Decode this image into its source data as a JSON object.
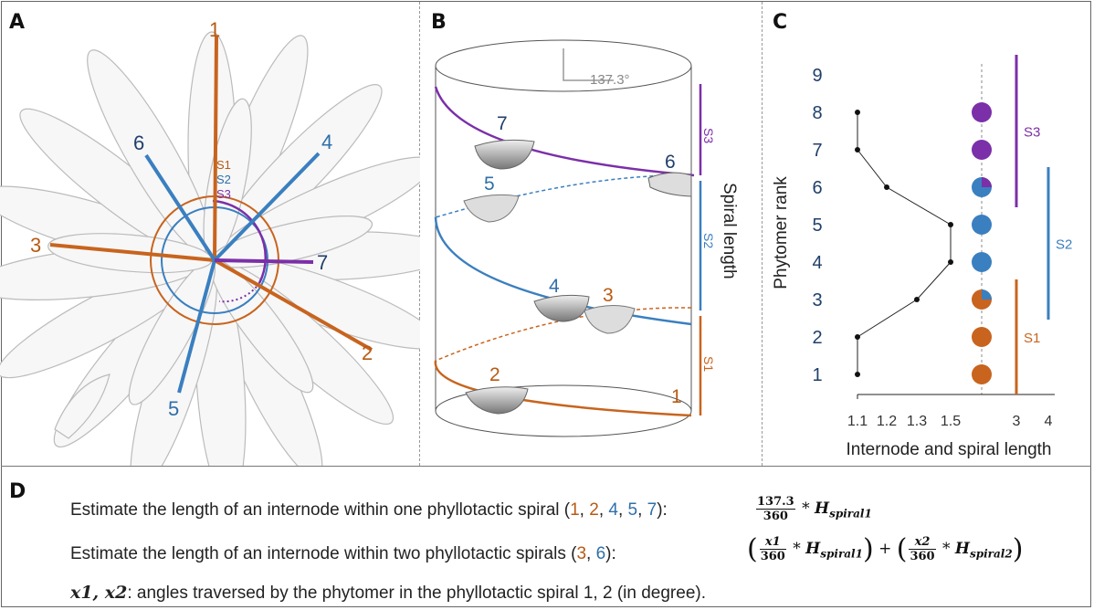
{
  "panels": {
    "a": "A",
    "b": "B",
    "c": "C",
    "d": "D"
  },
  "colors": {
    "orange": "#c8641e",
    "blue": "#3a7fc0",
    "purple": "#7b2fa8",
    "darkblue": "#1f3f6b",
    "gray": "#999999"
  },
  "panel_a": {
    "numbers": [
      "1",
      "2",
      "3",
      "4",
      "5",
      "6",
      "7"
    ],
    "spirals": [
      "S1",
      "S2",
      "S3"
    ]
  },
  "panel_b": {
    "angle": "137.3°",
    "ylabel": "Spiral length",
    "numbers": [
      "1",
      "2",
      "3",
      "4",
      "5",
      "6",
      "7"
    ],
    "spirals": [
      "S1",
      "S2",
      "S3"
    ]
  },
  "chart_data": {
    "type": "line",
    "ylabel": "Phytomer rank",
    "xlabel": "Internode and spiral length",
    "x_ticks": [
      "1.1",
      "1.2",
      "1.3",
      "1.5",
      "3",
      "4"
    ],
    "y_ticks": [
      "1",
      "2",
      "3",
      "4",
      "5",
      "6",
      "7",
      "8",
      "9"
    ],
    "series": [
      {
        "x": [
          1.1,
          1.1,
          1.3,
          1.5,
          1.5,
          1.2,
          1.1,
          1.1
        ],
        "y": [
          1,
          2,
          3,
          4,
          5,
          6,
          7,
          8
        ]
      }
    ],
    "phytomers": [
      {
        "rank": 1,
        "color": "orange"
      },
      {
        "rank": 2,
        "color": "orange"
      },
      {
        "rank": 3,
        "color": "orange/blue"
      },
      {
        "rank": 4,
        "color": "blue"
      },
      {
        "rank": 5,
        "color": "blue"
      },
      {
        "rank": 6,
        "color": "blue/purple"
      },
      {
        "rank": 7,
        "color": "purple"
      },
      {
        "rank": 8,
        "color": "purple"
      }
    ],
    "spiral_bars": [
      {
        "label": "S1",
        "from": 1,
        "to": 3,
        "x": 3
      },
      {
        "label": "S2",
        "from": 3,
        "to": 6,
        "x": 4
      },
      {
        "label": "S3",
        "from": 6,
        "to": 9,
        "x": 3
      }
    ]
  },
  "panel_d": {
    "line1_pre": "Estimate the length of an internode within one phyllotactic spiral (",
    "line1_n1": "1",
    "line1_n2": "2",
    "line1_n3": "4",
    "line1_n4": "5",
    "line1_n5": "7",
    "line1_post": "):",
    "line2_pre": "Estimate the length of an internode within two phyllotactic spirals (",
    "line2_n1": "3",
    "line2_n2": "6",
    "line2_post": "):",
    "line3_vars": "x1, x2",
    "line3_text": ": angles traversed by the phytomer in the phyllotactic spiral 1, 2 (in degree).",
    "f1_num": "137.3",
    "f1_den": "360",
    "f2a_num": "x1",
    "f2b_num": "x2",
    "h": "H",
    "sub1": "spiral1",
    "sub2": "spiral2",
    "times": "*",
    "plus": "+"
  }
}
